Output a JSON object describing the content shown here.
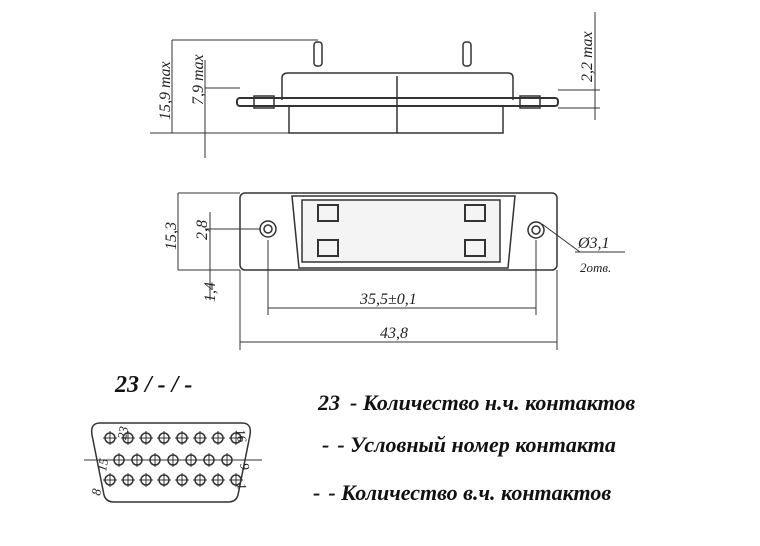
{
  "side_view": {
    "dim_total_height": "15,9 max",
    "dim_lower_height": "7,9 max",
    "dim_flange": "2,2 max"
  },
  "top_view": {
    "dim_height": "15,3",
    "dim_hole_offset": "2,8",
    "dim_small": "1,4",
    "dim_hole_spacing": "35,5±0,1",
    "dim_width": "43,8",
    "hole_diameter": "Ø3,1",
    "hole_count": "2отв."
  },
  "pinout": {
    "code": "23 / - / -",
    "pin_labels": [
      "23",
      "15",
      "8",
      "16",
      "9",
      "1"
    ]
  },
  "legend": [
    {
      "key": "23",
      "text": "- Количество н.ч. контактов"
    },
    {
      "key": "-",
      "text": "- Условный номер контакта"
    },
    {
      "key": "-",
      "text": "- Количество в.ч. контактов"
    }
  ]
}
